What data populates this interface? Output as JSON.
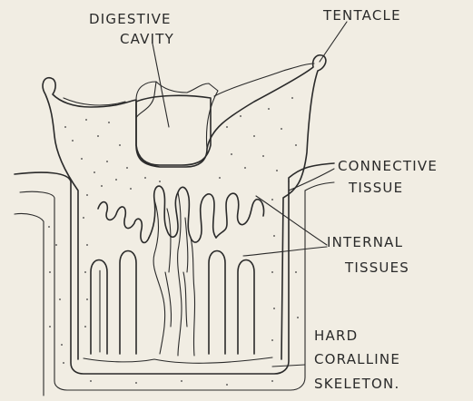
{
  "labels": {
    "digestive_cavity_line1": "DIGESTIVE",
    "digestive_cavity_line2": "CAVITY",
    "tentacle": "TENTACLE",
    "connective_tissue_line1": "CONNECTIVE",
    "connective_tissue_line2": "TISSUE",
    "internal_tissues_line1": "INTERNAL",
    "internal_tissues_line2": "TISSUES",
    "hard_skeleton_line1": "HARD",
    "hard_skeleton_line2": "CORALLINE",
    "hard_skeleton_line3": "SKELETON."
  },
  "colors": {
    "paper": "#f1ede3",
    "ink": "#2a2a2a"
  }
}
